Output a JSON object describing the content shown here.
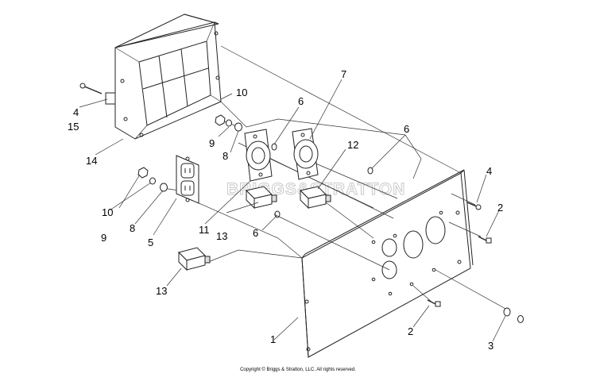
{
  "watermark": "BRIGGS&STRATTON",
  "copyright": "Copyright © Briggs & Stratton, LLC. All rights reserved.",
  "callouts": [
    "1",
    "2",
    "2",
    "3",
    "4",
    "4",
    "5",
    "6",
    "6",
    "6",
    "7",
    "8",
    "8",
    "9",
    "9",
    "10",
    "10",
    "11",
    "12",
    "13",
    "13",
    "14",
    "15"
  ]
}
